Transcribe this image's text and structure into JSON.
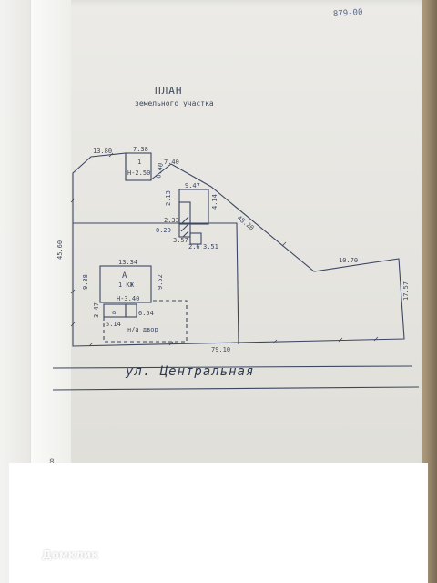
{
  "document": {
    "page_number": "879-00",
    "title": "ПЛАН",
    "subtitle": "земельного участка",
    "street_label": "ул.  Центральная"
  },
  "plan_labels": {
    "top_left": "13.80",
    "top_small": "7.38",
    "vertical_left": "45.60",
    "shed_letter": "1",
    "shed_height": "H-2.50",
    "shed_side": "6.40",
    "edge_top": "7.40",
    "diag_long": "48.20",
    "right_top": "10.70",
    "right_side": "17.57",
    "bottom": "79.10",
    "garage_side_a": "2.13",
    "garage_top": "9.47",
    "garage_right": "4.14",
    "garage_mid": "2.33",
    "garage_bottom_left": "0.20",
    "small_a": "3.57",
    "small_b": "2.6",
    "small_c": "3.51",
    "house_width": "13.34",
    "house_letter": "А",
    "house_type": "1 КЖ",
    "house_height": "H-3.40",
    "house_left": "9.38",
    "house_right": "9.52",
    "porch_letter": "а",
    "porch_left": "3.47",
    "porch_bottom": "5.14",
    "porch_right": "6.54",
    "yard_label": "н/а двор"
  },
  "hint_text": "8",
  "watermark": {
    "text": "Домклик",
    "icon": "domclick-logo-icon"
  },
  "colors": {
    "ink": "#3d4763",
    "paper": "#e6e5e0"
  }
}
